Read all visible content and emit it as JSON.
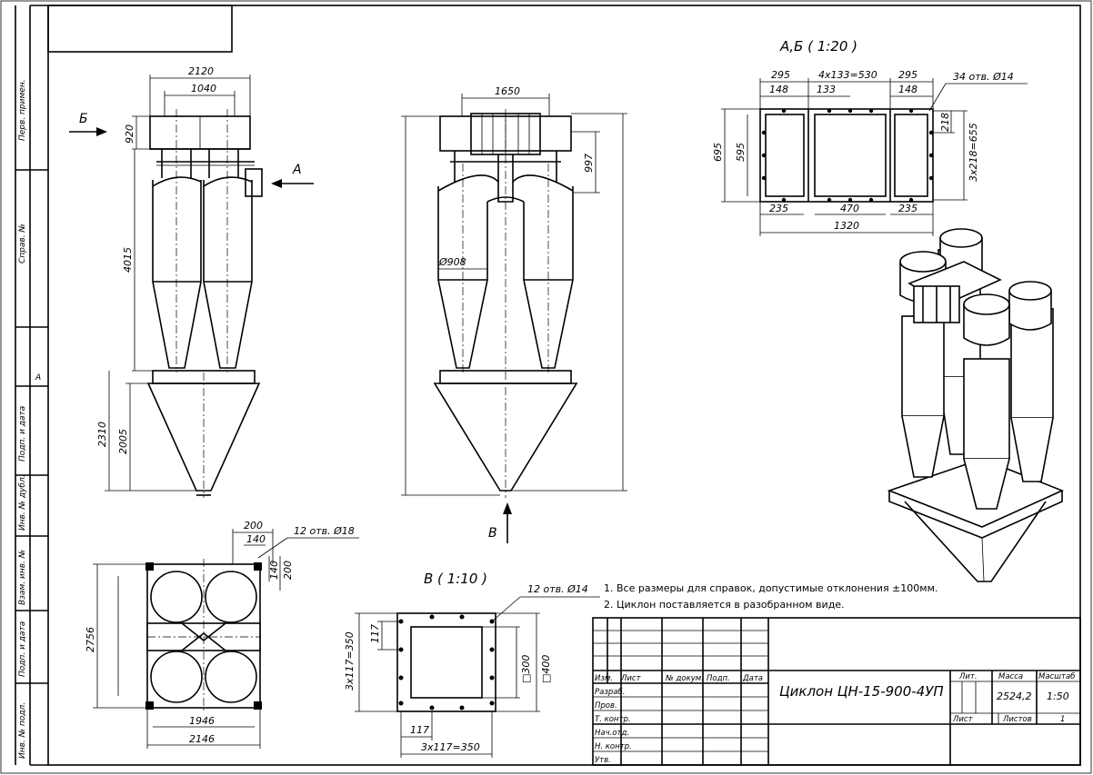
{
  "drawing": {
    "view_ab_title": "А,Б ( 1:20 )",
    "view_v_title": "В ( 1:10 )",
    "arrow_b": "Б",
    "arrow_a": "А",
    "arrow_v": "В",
    "section_a": "А",
    "front_dims": [
      "2120",
      "1040",
      "920",
      "4015",
      "2310",
      "2005"
    ],
    "side_dims": [
      "1650",
      "997",
      "Ø908"
    ],
    "flange_ab_dims": [
      "295",
      "4x133=530",
      "295",
      "148",
      "133",
      "148",
      "34 отв. Ø14",
      "695",
      "595",
      "218",
      "3x218=655",
      "235",
      "470",
      "235",
      "1320"
    ],
    "plan_dims": [
      "200",
      "140",
      "12 отв. Ø18",
      "140",
      "200",
      "2756",
      "1946",
      "2146"
    ],
    "flange_v_dims": [
      "12 отв. Ø14",
      "117",
      "3x117=350",
      "□300",
      "□400",
      "117",
      "3x117=350"
    ]
  },
  "notes": [
    "1. Все размеры для справок, допустимые отклонения ±100мм.",
    "2. Циклон поставляется в разобранном виде."
  ],
  "title_block": {
    "headers": [
      "Изм.",
      "Лист",
      "№ докум.",
      "Подп.",
      "Дата"
    ],
    "rows": [
      "Разраб.",
      "Пров.",
      "Т. контр.",
      "Нач.отд.",
      "Н. контр.",
      "Утв."
    ],
    "title": "Циклон ЦН-15-900-4УП",
    "lit_label": "Лит.",
    "mass_label": "Масса",
    "scale_label": "Масштаб",
    "mass": "2524,2",
    "scale": "1:50",
    "sheet_label": "Лист",
    "sheets_label": "Листов",
    "sheets": "1"
  },
  "side_strip": [
    "Перв. примен.",
    "Справ. №",
    "Подп. и дата",
    "Инв. № дубл.",
    "Взам. инв. №",
    "Подп. и дата",
    "Инв. № подл."
  ]
}
